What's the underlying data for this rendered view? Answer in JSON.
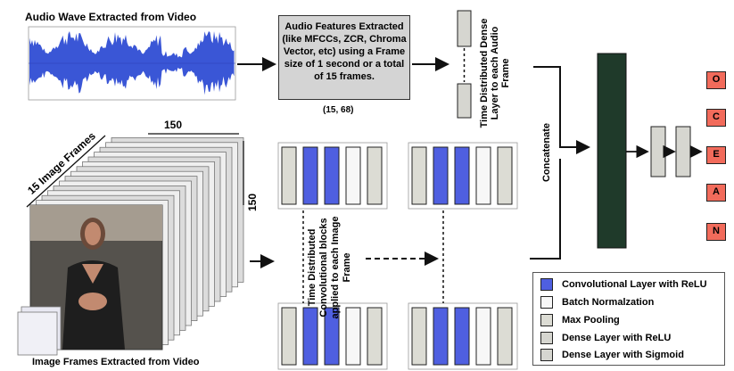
{
  "audio": {
    "wave_title": "Audio Wave Extracted from Video",
    "features_box": "Audio Features Extracted (like MFCCs, ZCR, Chroma Vector, etc)  using a Frame size of 1 second or a total of 15 frames.",
    "features_dims": "(15, 68)",
    "dense_label": "Time Distributed Dense Layer to each Audio Frame"
  },
  "image": {
    "frames_count_label": "15 Image Frames",
    "width_label": "150",
    "height_label": "150",
    "frames_title": "Image Frames Extracted from Video",
    "conv_label": "Time Distributed Convolutional blocks applied to each Image Frame"
  },
  "fusion": {
    "concat_label": "Concatenate"
  },
  "outputs": [
    "O",
    "C",
    "E",
    "A",
    "N"
  ],
  "legend": [
    {
      "label": "Convolutional Layer with ReLU",
      "color": "#4f5fe0"
    },
    {
      "label": "Batch Normalzation",
      "color": "#f7f7f7"
    },
    {
      "label": "Max Pooling",
      "color": "#dcdcd4"
    },
    {
      "label": "Dense Layer with ReLU",
      "color": "#d6d6d0"
    },
    {
      "label": "Dense Layer with Sigmoid",
      "color": "#d6d6d0"
    }
  ],
  "colors": {
    "conv": "#4f5fe0",
    "batchnorm": "#f7f7f7",
    "maxpool": "#dcdcd4",
    "dense": "#d6d6d0",
    "fusion_block": "#1f3a2a",
    "output": "#f26b5b",
    "wave": "#3a56d6"
  }
}
